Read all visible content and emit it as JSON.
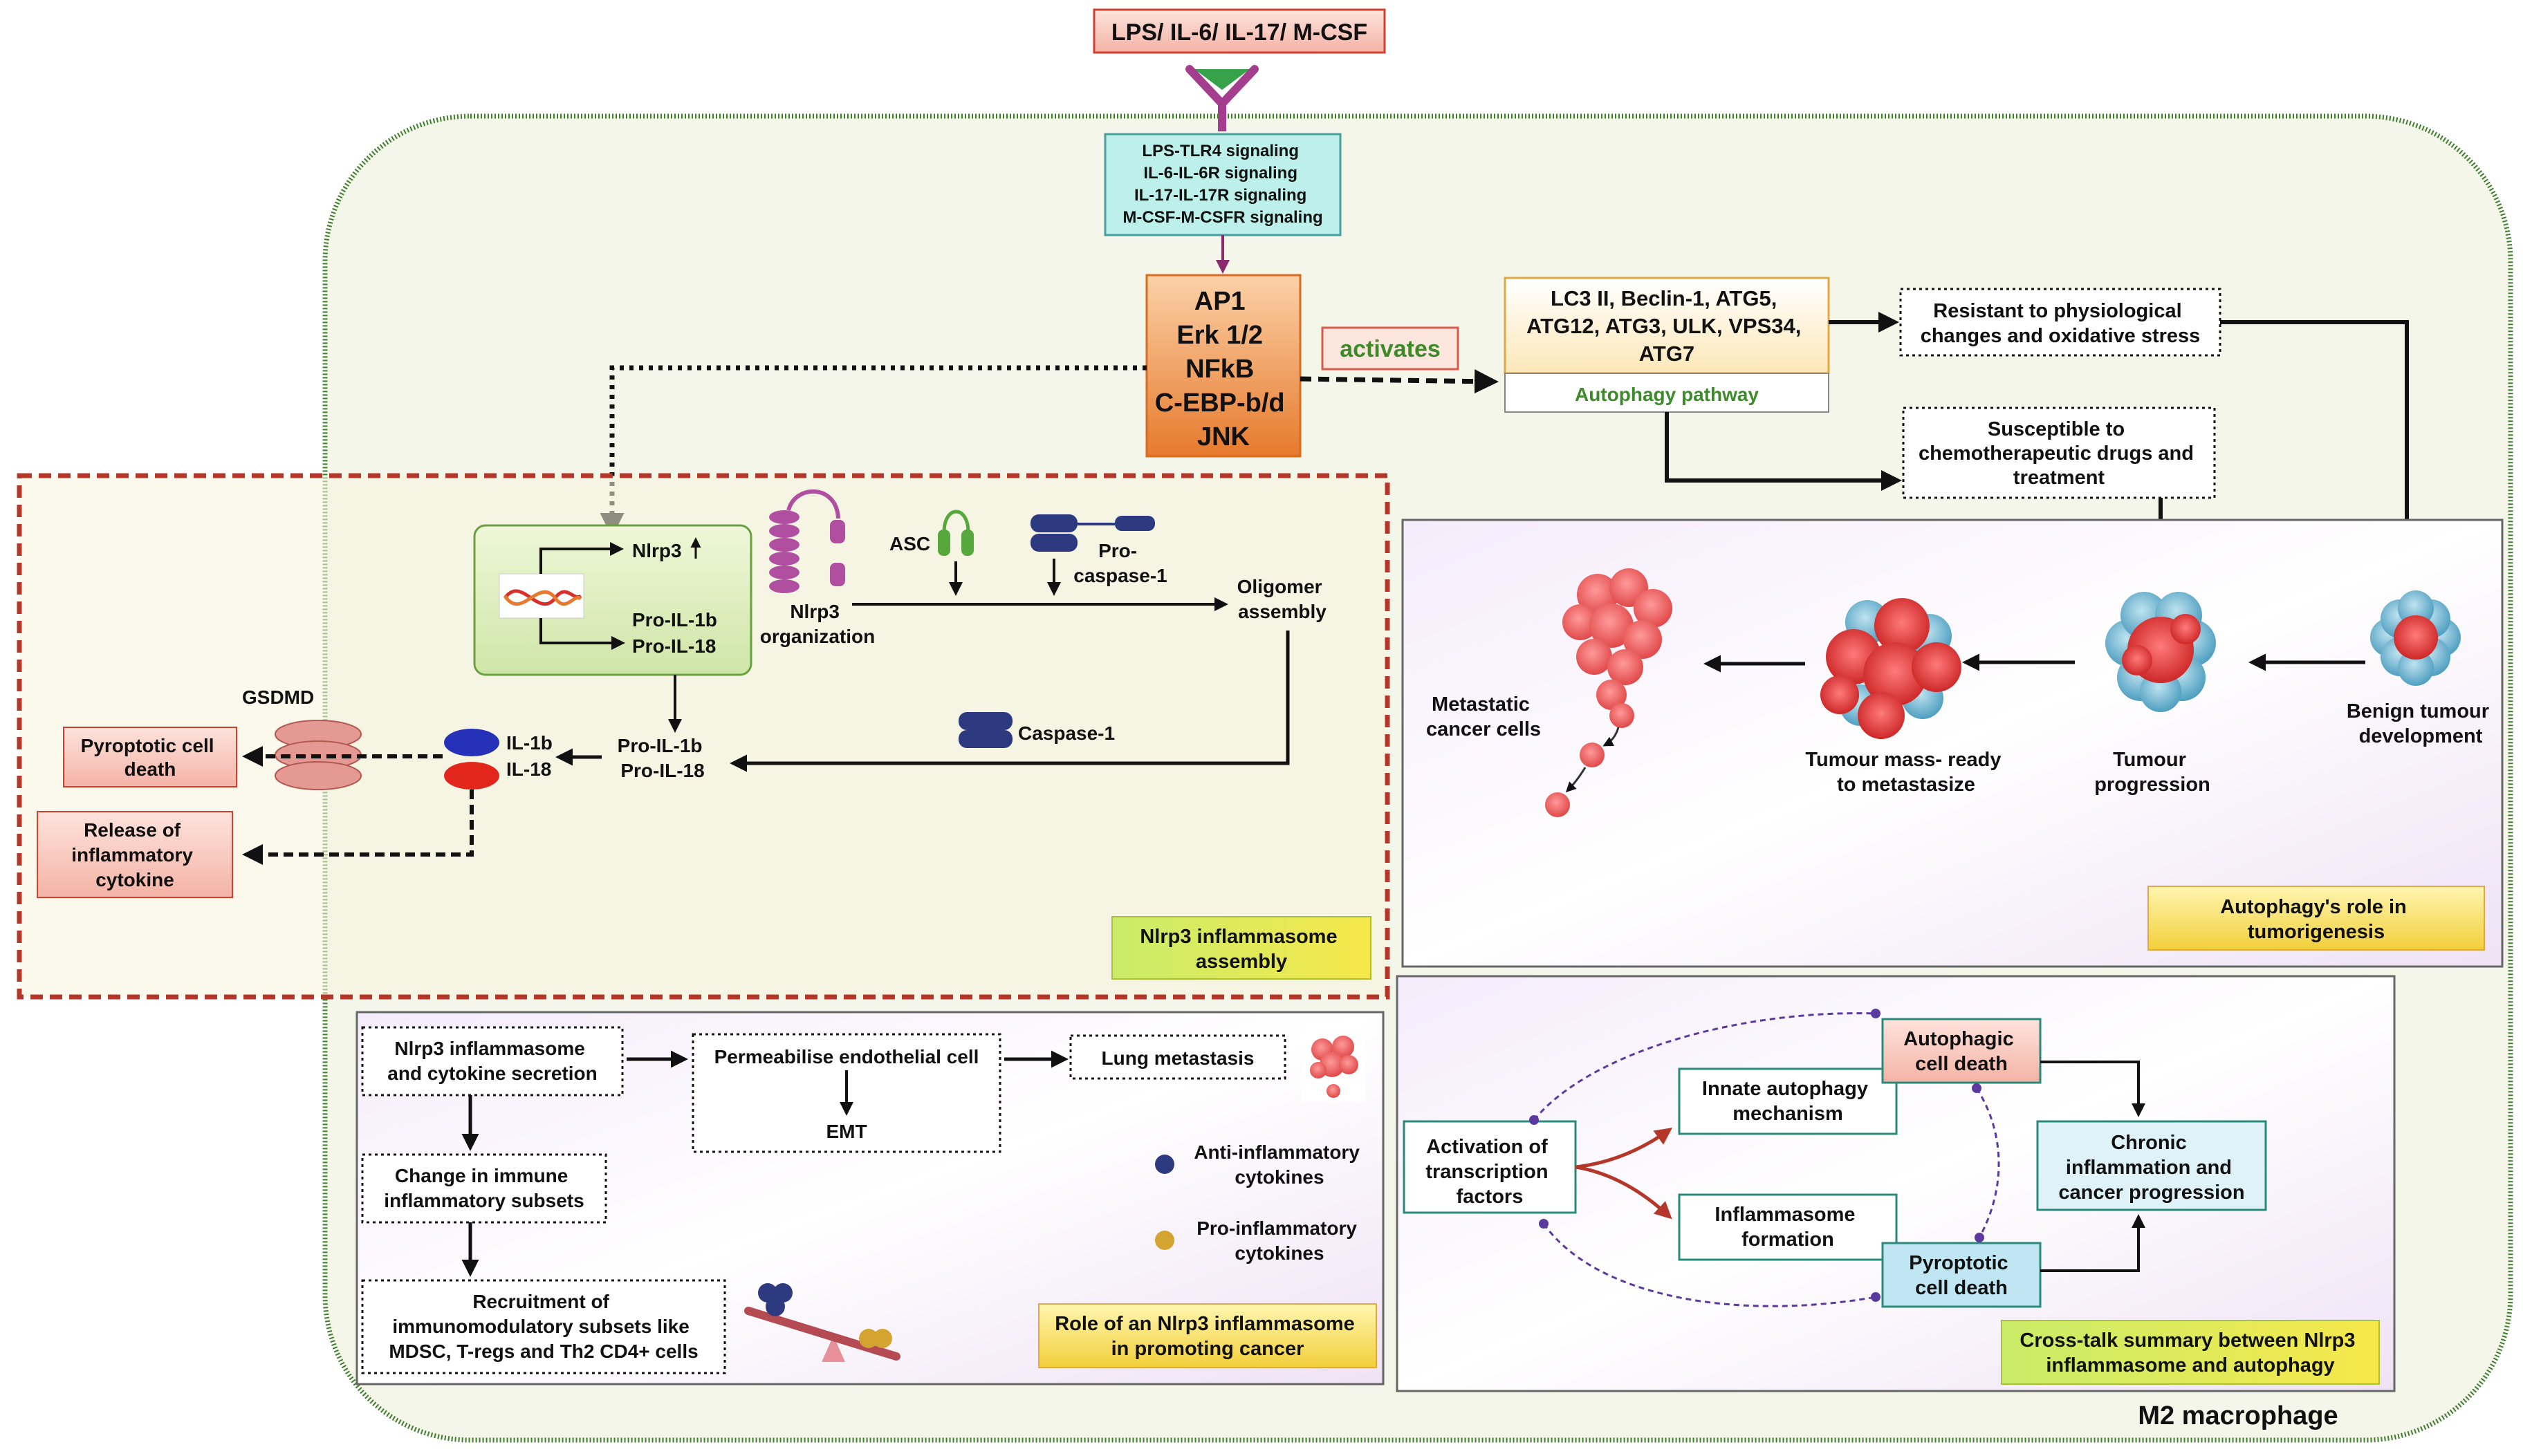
{
  "stimulus": "LPS/ IL-6/ IL-17/ M-CSF",
  "signaling": [
    "LPS-TLR4 signaling",
    "IL-6-IL-6R signaling",
    "IL-17-IL-17R signaling",
    "M-CSF-M-CSFR signaling"
  ],
  "transcription_factors": [
    "AP1",
    "Erk 1/2",
    "NFkB",
    "C-EBP-b/d",
    "JNK"
  ],
  "activates_label": "activates",
  "autophagy_genes": [
    "LC3 II, Beclin-1, ATG5,",
    "ATG12, ATG3, ULK, VPS34,",
    "ATG7"
  ],
  "autophagy_pathway_label": "Autophagy pathway",
  "resistant_text": [
    "Resistant to physiological",
    "changes and oxidative stress"
  ],
  "susceptible_text": [
    "Susceptible to",
    "chemotherapeutic drugs and",
    "treatment"
  ],
  "tumorigenesis": {
    "stages": {
      "metastatic": [
        "Metastatic",
        "cancer cells"
      ],
      "mass": [
        "Tumour mass- ready",
        "to metastasize"
      ],
      "progression": [
        "Tumour",
        "progression"
      ],
      "benign": [
        "Benign tumour",
        "development"
      ]
    },
    "panel_label": [
      "Autophagy's role in",
      "tumorigenesis"
    ]
  },
  "inflammasome": {
    "nlrp3_label": "Nlrp3",
    "pro_il1b": "Pro-IL-1b",
    "pro_il18": "Pro-IL-18",
    "nlrp3_org": [
      "Nlrp3",
      "organization"
    ],
    "asc": "ASC",
    "pro_caspase": [
      "Pro-",
      "caspase-1"
    ],
    "oligomer": [
      "Oligomer",
      "assembly"
    ],
    "caspase1": "Caspase-1",
    "cleaved_pro_il1b": "Pro-IL-1b",
    "cleaved_pro_il18": "Pro-IL-18",
    "il1b": "IL-1b",
    "il18": "IL-18",
    "gsdmd": "GSDMD",
    "pyroptotic": [
      "Pyroptotic cell",
      "death"
    ],
    "release": [
      "Release of",
      "inflammatory",
      "cytokine"
    ],
    "panel_label": [
      "Nlrp3 inflammasome",
      "assembly"
    ]
  },
  "cancer_role": {
    "secretion": [
      "Nlrp3 inflammasome",
      "and cytokine secretion"
    ],
    "permeabilise": "Permeabilise endothelial cell",
    "emt": "EMT",
    "lung": "Lung metastasis",
    "immune_change": [
      "Change in immune",
      "inflammatory subsets"
    ],
    "recruitment": [
      "Recruitment of",
      "immunomodulatory subsets like",
      "MDSC, T-regs and Th2 CD4+ cells"
    ],
    "anti": [
      "Anti-inflammatory",
      "cytokines"
    ],
    "pro": [
      "Pro-inflammatory",
      "cytokines"
    ],
    "panel_label": [
      "Role of an Nlrp3 inflammasome",
      "in promoting cancer"
    ]
  },
  "crosstalk": {
    "activation": [
      "Activation of",
      "transcription",
      "factors"
    ],
    "innate": [
      "Innate autophagy",
      "mechanism"
    ],
    "inflammasome_formation": [
      "Inflammasome",
      "formation"
    ],
    "autophagic": [
      "Autophagic",
      "cell death"
    ],
    "pyroptotic": [
      "Pyroptotic",
      "cell death"
    ],
    "chronic": [
      "Chronic",
      "inflammation and",
      "cancer progression"
    ],
    "panel_label": [
      "Cross-talk summary between Nlrp3",
      "inflammasome and autophagy"
    ]
  },
  "cell_label": "M2 macrophage",
  "colors": {
    "membrane": "#3e7d2a",
    "cell_fill": "#f4f6ea",
    "inflammasome_border": "#b5372a",
    "tf_box": "#e8792e",
    "green_text": "#3d8a2a",
    "red_blob": "#e03a3a",
    "blue_cell": "#6fb4d0"
  }
}
